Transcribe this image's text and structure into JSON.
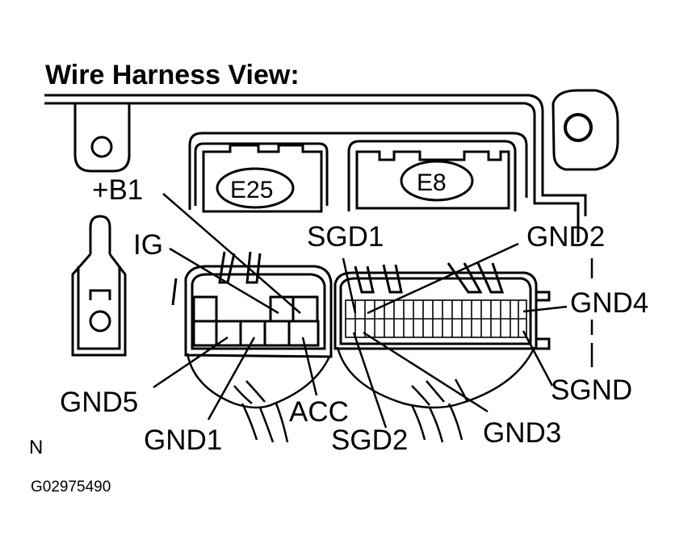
{
  "title": "Wire Harness View:",
  "connectors": {
    "left": "E25",
    "right": "E8"
  },
  "pins": {
    "b1": "+B1",
    "ig": "IG",
    "sgd1": "SGD1",
    "gnd2": "GND2",
    "gnd4": "GND4",
    "sgnd": "SGND",
    "gnd5": "GND5",
    "gnd1": "GND1",
    "acc": "ACC",
    "sgd2": "SGD2",
    "gnd3": "GND3"
  },
  "footer": {
    "mark": "N",
    "code": "G02975490"
  },
  "colors": {
    "ink": "#000000",
    "paper": "#ffffff"
  }
}
